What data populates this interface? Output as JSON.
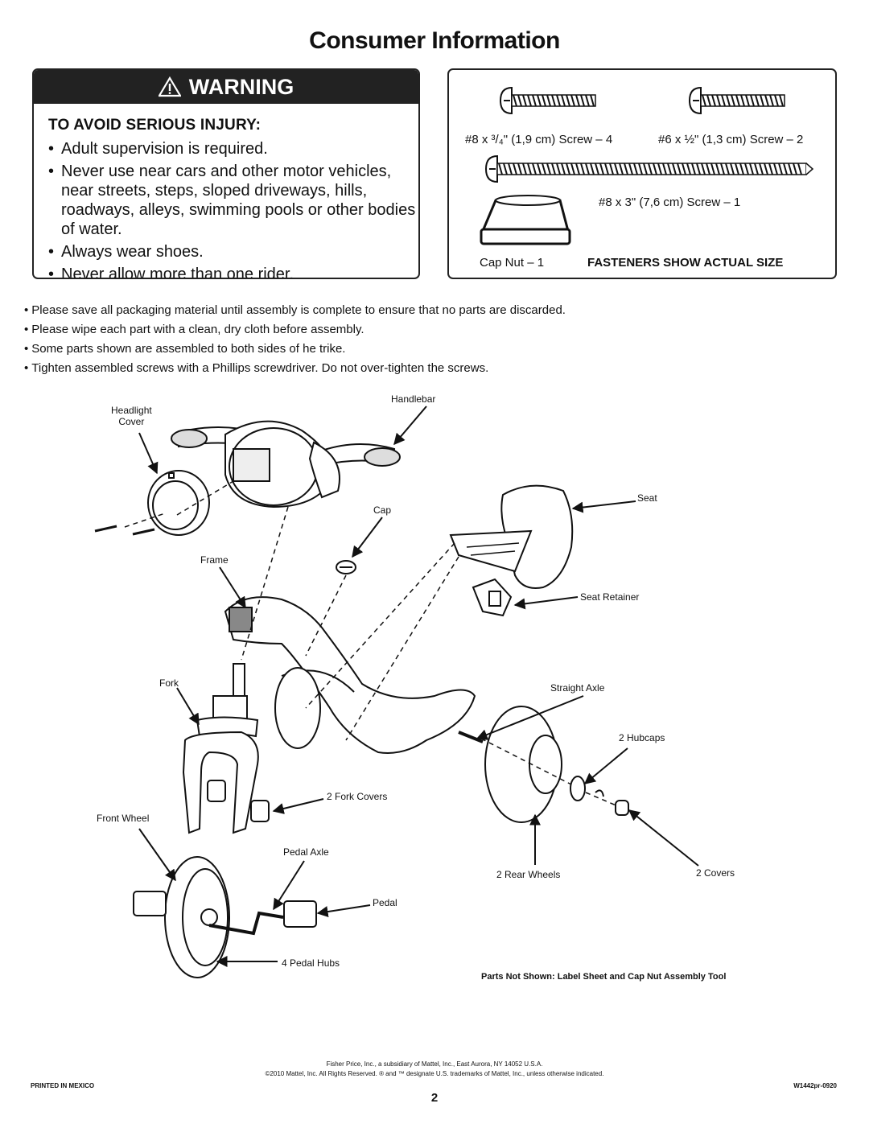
{
  "title": "Consumer Information",
  "warning": {
    "header": "WARNING",
    "subheading": "TO AVOID SERIOUS INJURY:",
    "items": [
      "Adult supervision is required.",
      "Never use near cars and other motor vehicles, near streets, steps, sloped driveways, hills, roadways, alleys, swimming pools or other bodies of water.",
      "Always wear shoes.",
      "Never allow more than one rider."
    ]
  },
  "fasteners": {
    "screw_a": "#8 x ³/₄\" (1,9 cm) Screw – 4",
    "screw_b": "#6 x ½\" (1,3 cm) Screw – 2",
    "screw_c": "#8 x 3\" (7,6 cm) Screw – 1",
    "cap_nut": "Cap Nut – 1",
    "note": "FASTENERS SHOW ACTUAL SIZE"
  },
  "notes": [
    "Please save all packaging material until assembly is complete to ensure that no parts are discarded.",
    "Please wipe each part with a clean, dry cloth before assembly.",
    "Some parts shown are assembled to both sides of he trike.",
    "Tighten assembled screws with a Phillips screwdriver. Do not over-tighten the screws."
  ],
  "parts": {
    "headlight_cover": "Headlight\nCover",
    "handlebar": "Handlebar",
    "seat": "Seat",
    "cap": "Cap",
    "frame": "Frame",
    "seat_retainer": "Seat Retainer",
    "fork": "Fork",
    "straight_axle": "Straight Axle",
    "hubcaps": "2 Hubcaps",
    "fork_covers": "2 Fork Covers",
    "front_wheel": "Front Wheel",
    "pedal_axle": "Pedal Axle",
    "rear_wheels": "2 Rear Wheels",
    "covers": "2 Covers",
    "pedal": "Pedal",
    "pedal_hubs": "4 Pedal Hubs"
  },
  "parts_not_shown": "Parts Not Shown: Label Sheet and Cap Nut Assembly Tool",
  "footer": {
    "line1": "Fisher Price, Inc., a subsidiary of Mattel, Inc., East Aurora, NY 14052 U.S.A.",
    "line2": "©2010 Mattel, Inc. All Rights Reserved. ® and ™ designate U.S. trademarks of Mattel, Inc., unless otherwise indicated.",
    "printed": "PRINTED IN MEXICO",
    "code": "W1442pr-0920",
    "page": "2"
  }
}
